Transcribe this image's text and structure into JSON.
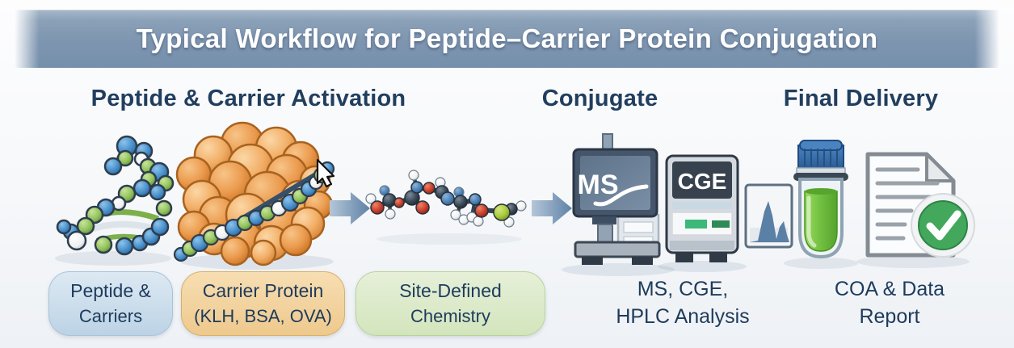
{
  "banner": {
    "title": "Typical Workflow for Peptide–Carrier Protein Conjugation"
  },
  "sections": [
    {
      "id": "activation",
      "title": "Peptide & Carrier Activation"
    },
    {
      "id": "conjugate",
      "title": "Conjugate"
    },
    {
      "id": "delivery",
      "title": "Final Delivery"
    }
  ],
  "instruments": {
    "ms_label": "MS",
    "cge_label": "CGE"
  },
  "captions": {
    "peptide": {
      "lines": [
        "Peptide &",
        "Carriers"
      ]
    },
    "carrier": {
      "lines": [
        "Carrier Protein",
        "(KLH, BSA, OVA)"
      ]
    },
    "chemistry": {
      "lines": [
        "Site-Defined",
        "Chemistry"
      ]
    },
    "analysis": {
      "lines": [
        "MS, CGE,",
        "HPLC Analysis"
      ]
    },
    "report": {
      "lines": [
        "COA & Data",
        "Report"
      ]
    }
  },
  "icons": [
    "peptide-helix-illustration",
    "carrier-protein-illustration",
    "cursor-pointer-icon",
    "flow-arrow-icon",
    "conjugate-molecule-illustration",
    "ms-instrument-icon",
    "cge-instrument-icon",
    "chromatogram-icon",
    "sample-vial-icon",
    "report-document-icon",
    "check-circle-icon"
  ],
  "colors": {
    "banner": "#7e95b0",
    "heading_text": "#213e5e",
    "pill_blue": "#c9dbeb",
    "pill_orange": "#f2d49e",
    "pill_green": "#dcead0",
    "arrow": "#6d8cab",
    "protein_orange": "#eb9b4e",
    "sphere_blue": "#4a92cc",
    "sphere_green": "#94c45e",
    "vial_liquid_green": "#74c143",
    "check_green": "#43a85c"
  }
}
